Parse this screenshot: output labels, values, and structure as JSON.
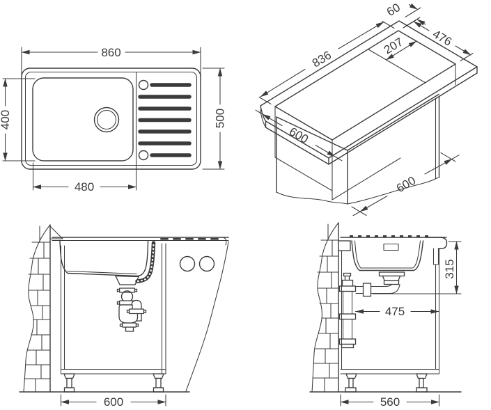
{
  "drawing_title": "kitchen-sink-installation-drawing",
  "palette": {
    "line": "#3b3b3b",
    "text": "#3a3a3a",
    "background": "#ffffff"
  },
  "dimensions": {
    "top_view": {
      "overall_length": "860",
      "overall_width": "500",
      "bowl_width": "400",
      "bowl_length": "480"
    },
    "isometric_view": {
      "cutout_back_offset": "60",
      "cutout_width": "476",
      "cutout_length": "836",
      "panel_distance": "207",
      "worktop_depth": "600",
      "cabinet_width": "600"
    },
    "front_section": {
      "cabinet_width": "600"
    },
    "side_section": {
      "drain_height": "315",
      "trap_distance": "475",
      "cabinet_depth": "560"
    }
  }
}
